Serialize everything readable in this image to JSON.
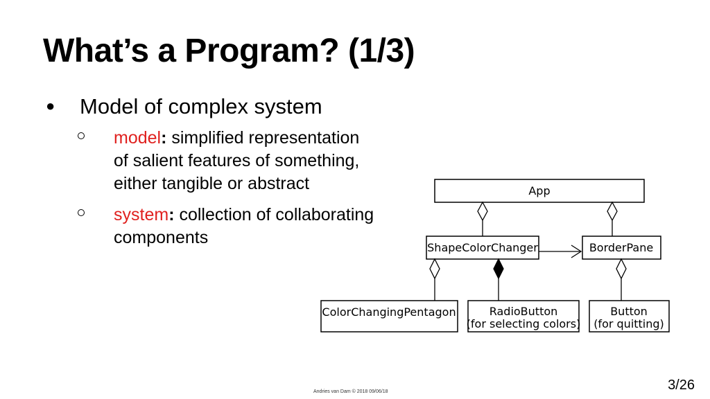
{
  "slide": {
    "title": "What’s a Program? (1/3)",
    "bullet": {
      "symbol": "●",
      "text": "Model of complex system"
    },
    "subbullets": [
      {
        "term": "model",
        "colon": ":",
        "lines": [
          " simplified representation",
          "of salient features of something,",
          "either tangible or abstract"
        ]
      },
      {
        "term": "system",
        "colon": ":",
        "lines": [
          " collection of collaborating",
          "components"
        ]
      }
    ],
    "accent_color": "#e0211f"
  },
  "diagram": {
    "classes": {
      "app": "App",
      "shape_color_changer": "ShapeColorChanger",
      "border_pane": "BorderPane",
      "color_changing_pentagon": "ColorChangingPentagon",
      "radio_button": [
        "RadioButton",
        "(for selecting colors)"
      ],
      "button": [
        "Button",
        "(for quitting)"
      ]
    }
  },
  "footer": {
    "credit": "Andries van Dam © 2018 09/06/18",
    "page": "3/26"
  }
}
